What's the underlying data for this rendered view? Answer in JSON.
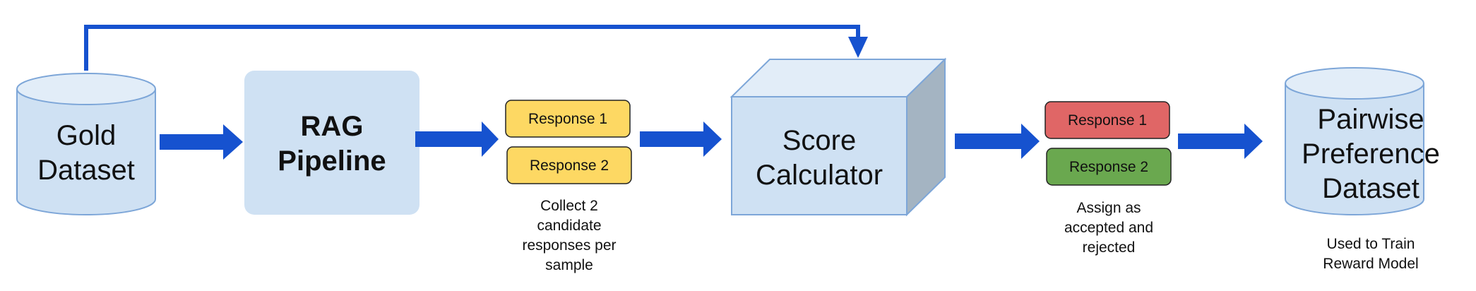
{
  "colors": {
    "arrow": "#1652cf",
    "node_fill": "#cfe1f3",
    "node_top": "#e2edf8",
    "node_stroke": "#7da6d8",
    "cube_side": "#a4b4c2",
    "yellow": "#fdd863",
    "red": "#e06666",
    "green": "#6aa84f"
  },
  "nodes": {
    "gold_dataset": {
      "line1": "Gold",
      "line2": "Dataset",
      "icon": "database-cylinder-icon"
    },
    "rag_pipeline": {
      "line1": "RAG",
      "line2": "Pipeline"
    },
    "score_calculator": {
      "line1": "Score",
      "line2": "Calculator",
      "icon": "cube-icon"
    },
    "pairwise_dataset": {
      "line1": "Pairwise",
      "line2": "Preference",
      "line3": "Dataset",
      "icon": "database-cylinder-icon"
    }
  },
  "candidates": {
    "response1": "Response 1",
    "response2": "Response 2",
    "caption": [
      "Collect 2",
      "candidate",
      "responses per",
      "sample"
    ]
  },
  "assigned": {
    "response1": "Response 1",
    "response2": "Response 2",
    "caption": [
      "Assign as",
      "accepted and",
      "rejected"
    ]
  },
  "pairwise_caption": [
    "Used to Train",
    "Reward Model"
  ]
}
